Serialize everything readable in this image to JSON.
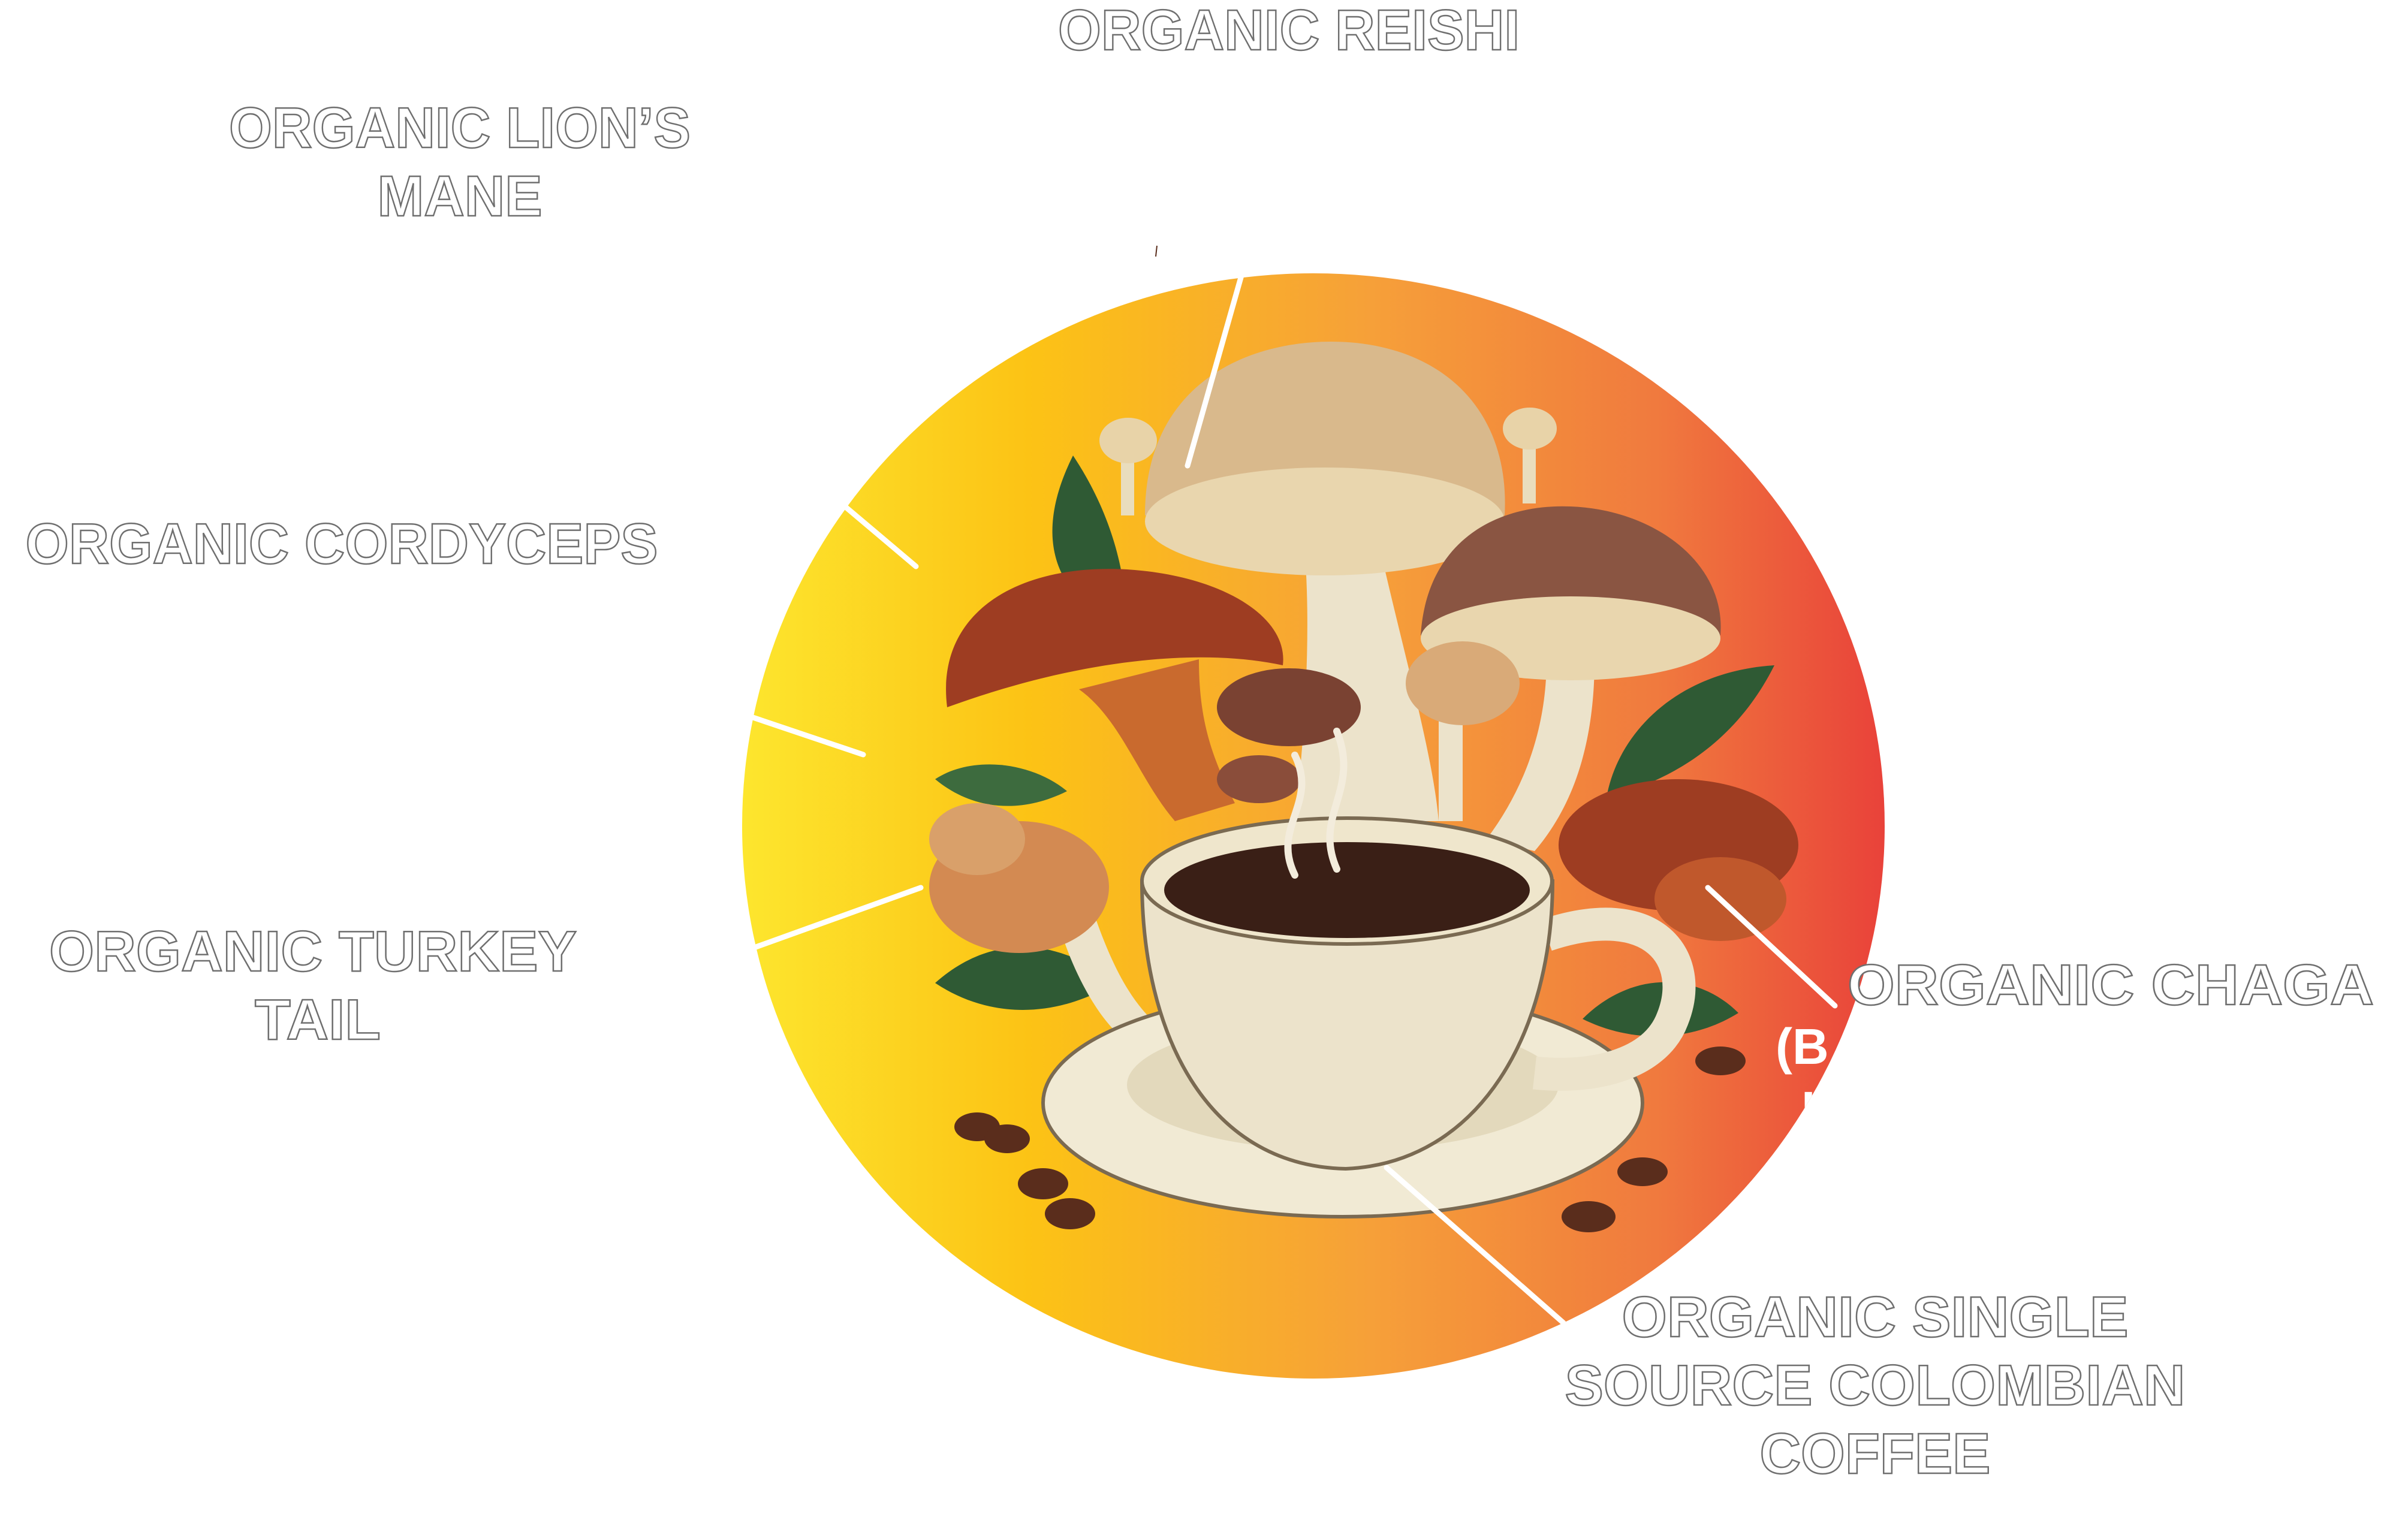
{
  "labels": {
    "reishi": "ORGANIC REISHI",
    "lions_mane_line1": "ORGANIC LION’S",
    "lions_mane_line2": "MANE",
    "cordyceps": "ORGANIC CORDYCEPS",
    "turkey_tail_line1": "ORGANIC TURKEY",
    "turkey_tail_line2": "TAIL",
    "chaga": "ORGANIC CHAGA",
    "chaga_sub_partial_1": "(B",
    "chaga_sub_partial_2": "I",
    "coffee_line1": "ORGANIC SINGLE",
    "coffee_line2": "SOURCE COLOMBIAN",
    "coffee_line3": "COFFEE"
  },
  "colors": {
    "gradient_start": "#fde62e",
    "gradient_mid": "#fbbf17",
    "gradient_end": "#e9423a",
    "label_stroke": "#6f6f6f"
  }
}
